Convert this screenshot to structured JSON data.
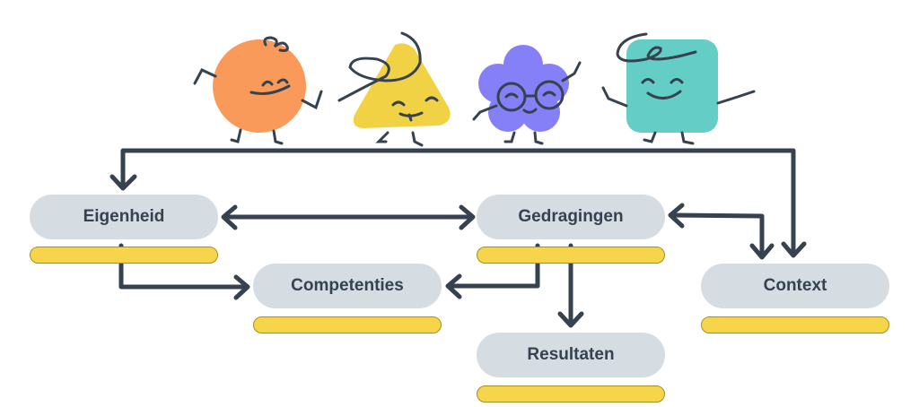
{
  "diagram": {
    "characters": [
      {
        "name": "orange-circle",
        "shape": "circle",
        "color": "#f99a5a"
      },
      {
        "name": "yellow-triangle",
        "shape": "triangle",
        "color": "#f2d245"
      },
      {
        "name": "purple-flower",
        "shape": "flower",
        "color": "#8580f8"
      },
      {
        "name": "teal-square",
        "shape": "square",
        "color": "#64cdc6"
      }
    ],
    "nodes": {
      "eigenheid": "Eigenheid",
      "gedragingen": "Gedragingen",
      "competenties": "Competenties",
      "context": "Context",
      "resultaten": "Resultaten"
    },
    "edges": [
      {
        "from": "characters",
        "to": "Eigenheid"
      },
      {
        "from": "characters",
        "to": "Context"
      },
      {
        "from": "Eigenheid",
        "to": "Gedragingen",
        "bidirectional": true
      },
      {
        "from": "Eigenheid",
        "to": "Competenties"
      },
      {
        "from": "Gedragingen",
        "to": "Competenties"
      },
      {
        "from": "Gedragingen",
        "to": "Resultaten"
      },
      {
        "from": "Gedragingen",
        "to": "Context",
        "bidirectional": true
      }
    ],
    "colors": {
      "line": "#36424f",
      "node_fill": "#d5dce2",
      "bar_fill": "#f6d54a"
    }
  }
}
